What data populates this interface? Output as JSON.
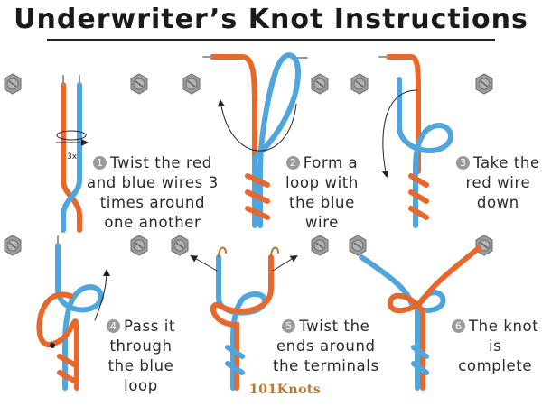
{
  "title": "Underwriter’s Knot Instructions",
  "colors": {
    "red_wire": "#e8672a",
    "blue_wire": "#4fa6df",
    "screw": "#8a8a8a",
    "badge": "#9a9a9a",
    "logo": "#c0742c"
  },
  "twist_note": "3x",
  "logo_text": "101Knots",
  "steps": [
    {
      "number": "1",
      "lines": [
        "Twist the red",
        "and blue wires 3",
        "times around",
        "one another"
      ]
    },
    {
      "number": "2",
      "lines": [
        "Form a",
        "loop with",
        "the blue",
        "wire"
      ]
    },
    {
      "number": "3",
      "lines": [
        "Take the",
        "red wire",
        "down"
      ]
    },
    {
      "number": "4",
      "lines": [
        "Pass it",
        "through",
        "the blue",
        "loop"
      ]
    },
    {
      "number": "5",
      "lines": [
        "Twist the",
        "ends around",
        "the terminals"
      ]
    },
    {
      "number": "6",
      "lines": [
        "The knot",
        "is",
        "complete"
      ]
    }
  ]
}
